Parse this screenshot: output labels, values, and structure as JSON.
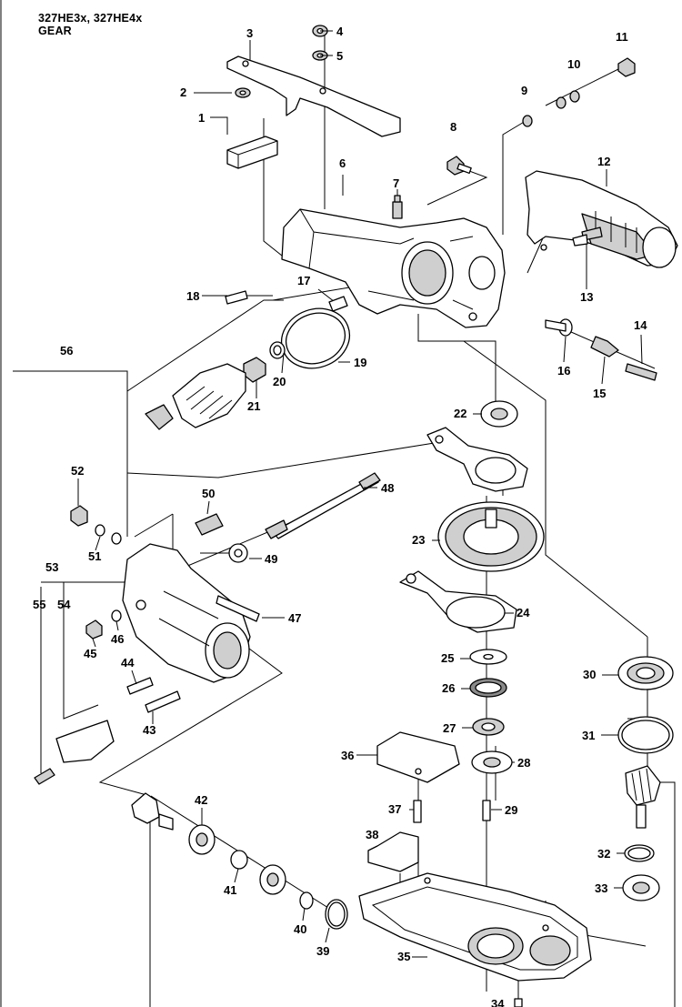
{
  "header": {
    "model": "327HE3x, 327HE4x",
    "section": "GEAR"
  },
  "callouts": [
    "1",
    "2",
    "3",
    "4",
    "5",
    "6",
    "7",
    "8",
    "9",
    "10",
    "11",
    "12",
    "13",
    "14",
    "15",
    "16",
    "17",
    "18",
    "19",
    "20",
    "21",
    "22",
    "23",
    "24",
    "25",
    "26",
    "27",
    "28",
    "29",
    "30",
    "31",
    "32",
    "33",
    "34",
    "35",
    "36",
    "37",
    "38",
    "39",
    "40",
    "41",
    "42",
    "43",
    "44",
    "45",
    "46",
    "47",
    "48",
    "49",
    "50",
    "51",
    "52",
    "53",
    "54",
    "55",
    "56"
  ]
}
